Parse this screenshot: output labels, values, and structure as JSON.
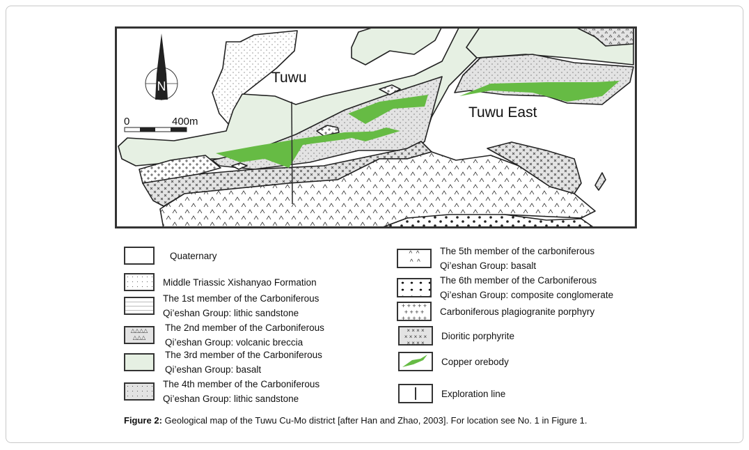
{
  "map": {
    "labels": {
      "tuwu": "Tuwu",
      "tuwu_east": "Tuwu East",
      "north": "N",
      "scale_start": "0",
      "scale_end": "400m"
    },
    "colors": {
      "basalt_green": "#e6f0e3",
      "ore_green": "#66bb44",
      "sandstone_grey": "#e3e3e3",
      "frame": "#333333"
    }
  },
  "legend": [
    {
      "line1": "Quaternary",
      "line2": ""
    },
    {
      "line1": "Middle Triassic Xishanyao Formation",
      "line2": ""
    },
    {
      "line1": "The 1st member of the Carboniferous",
      "line2": "Qi’eshan Group: lithic sandstone"
    },
    {
      "line1": "The 2nd member of the Carboniferous",
      "line2": "Qi’eshan Group: volcanic breccia"
    },
    {
      "line1": "The 3rd member of the Carboniferous",
      "line2": "Qi’eshan Group: basalt"
    },
    {
      "line1": "The 4th member of the Carboniferous",
      "line2": "Qi’eshan Group: lithic sandstone"
    },
    {
      "line1": "The 5th member of the carboniferous",
      "line2": "Qi’eshan Group: basalt"
    },
    {
      "line1": "The 6th member of the Carboniferous",
      "line2": "Qi’eshan Group: composite conglomerate"
    },
    {
      "line1": "Carboniferous plagiogranite porphyry",
      "line2": ""
    },
    {
      "line1": "Dioritic porphyrite",
      "line2": ""
    },
    {
      "line1": "Copper orebody",
      "line2": ""
    },
    {
      "line1": "Exploration line",
      "line2": ""
    }
  ],
  "caption": {
    "label": "Figure 2:",
    "text": " Geological map of the Tuwu Cu-Mo district [after Han and Zhao, 2003]. For location see No. 1 in Figure 1."
  }
}
